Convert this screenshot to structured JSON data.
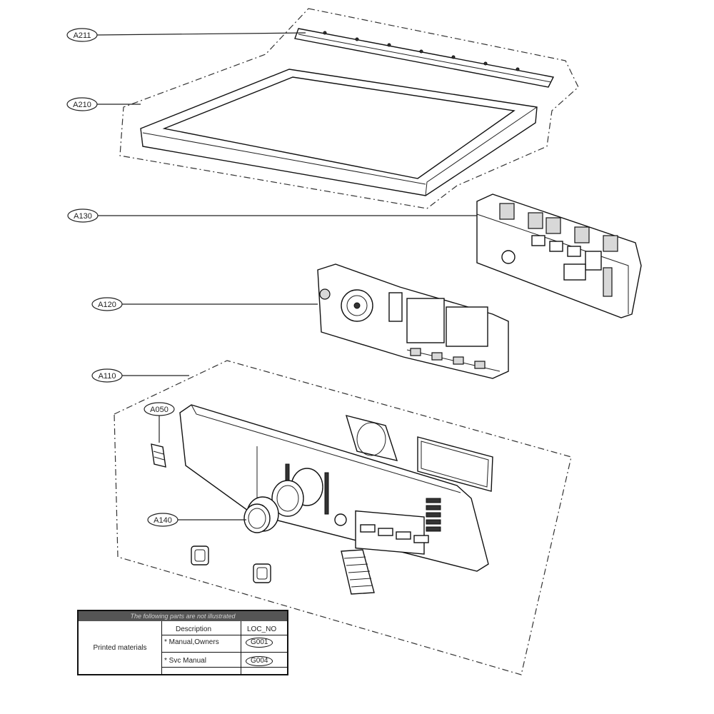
{
  "callouts": [
    {
      "id": "a211",
      "label": "A211"
    },
    {
      "id": "a210",
      "label": "A210"
    },
    {
      "id": "a130",
      "label": "A130"
    },
    {
      "id": "a120",
      "label": "A120"
    },
    {
      "id": "a110",
      "label": "A110"
    },
    {
      "id": "a050",
      "label": "A050"
    },
    {
      "id": "a140",
      "label": "A140"
    }
  ],
  "notes_table": {
    "header": "The following parts are not illustrated",
    "category": "Printed materials",
    "col_description": "Description",
    "col_loc": "LOC_NO",
    "rows": [
      {
        "description": "* Manual,Owners",
        "loc": "G001"
      },
      {
        "description": "* Svc Manual",
        "loc": "G004"
      }
    ]
  }
}
